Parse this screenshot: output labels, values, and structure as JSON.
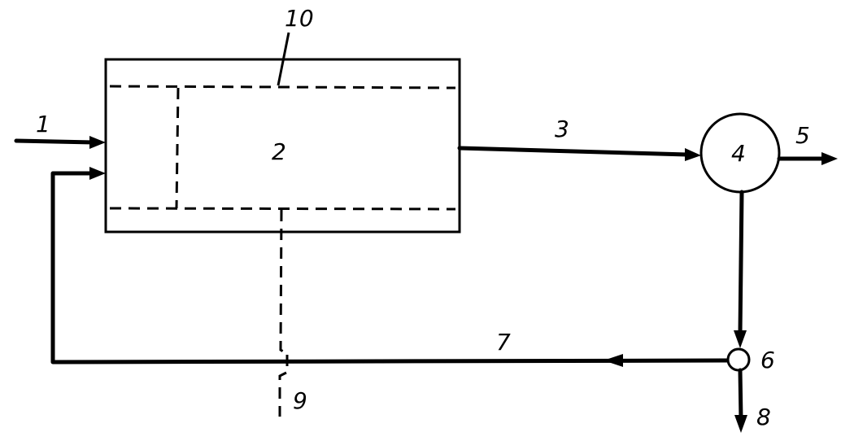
{
  "labels": {
    "n1": "1",
    "n2": "2",
    "n3": "3",
    "n4": "4",
    "n5": "5",
    "n6": "6",
    "n7": "7",
    "n8": "8",
    "n9": "9",
    "n10": "10"
  },
  "colors": {
    "ink": "#000000",
    "paper": "#ffffff"
  }
}
